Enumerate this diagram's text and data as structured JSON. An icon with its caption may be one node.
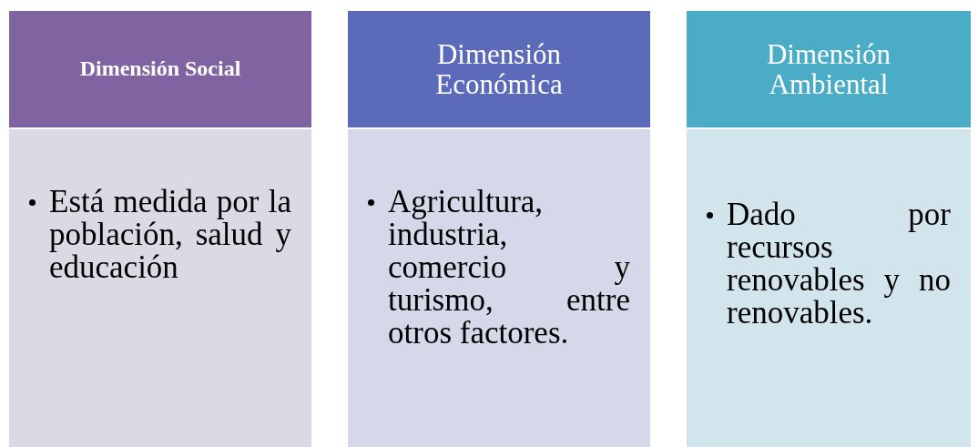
{
  "diagram": {
    "nodes": [
      {
        "text": [
          "Dimensión Social"
        ]
      },
      {
        "text": [
          "Está medida  por la población, salud y educación"
        ]
      },
      {
        "text": [
          "Dimensión Económica"
        ]
      },
      {
        "text": [
          "Agricultura, industria, comercio y turismo, entre otros factores."
        ]
      },
      {
        "text": [
          "Dimensión Ambiental"
        ]
      },
      {
        "text": [
          "Dado por recursos renovables y no renovables."
        ]
      }
    ]
  }
}
